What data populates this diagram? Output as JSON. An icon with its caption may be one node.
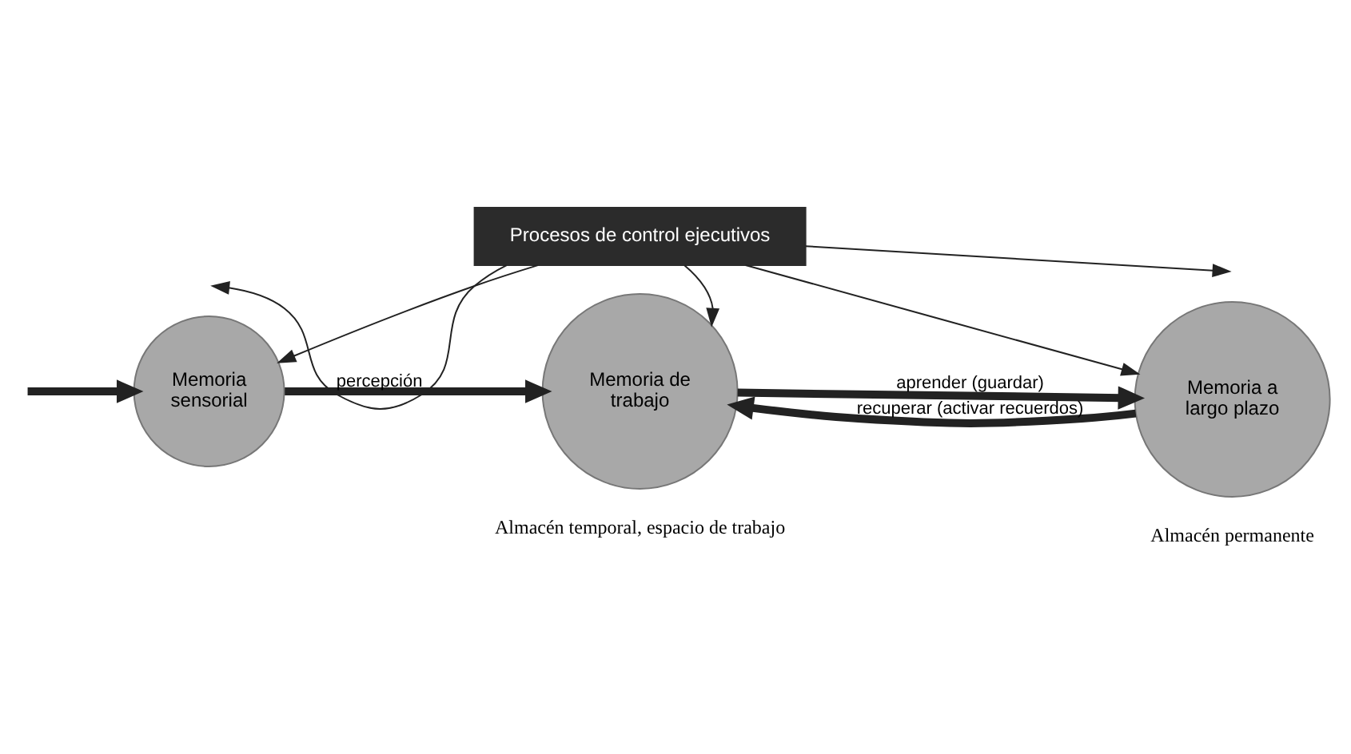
{
  "diagram": {
    "nodes": [
      {
        "text": [
          "Procesos de control ejecutivos"
        ]
      },
      {
        "text": [
          "Memoria sensorial"
        ]
      },
      {
        "text": [
          "Memoria de trabajo"
        ],
        "beside": [
          "Almacén temporal, espacio de trabajo"
        ]
      },
      {
        "text": [
          "Memoria a largo plazo"
        ],
        "beside": [
          "Almacén permanente"
        ]
      }
    ],
    "edges": [
      {
        "from": null,
        "to": 1,
        "arrow": "to",
        "style": "thick"
      },
      {
        "from": 1,
        "to": 2,
        "arrow": "to",
        "label": "percepción",
        "style": "thick"
      },
      {
        "from": 2,
        "to": 3,
        "arrow": "to",
        "label": "aprender (guardar)",
        "style": "thick"
      },
      {
        "from": 3,
        "to": 2,
        "arrow": "to",
        "label": "recuperar (activar recuerdos)",
        "style": "thick"
      },
      {
        "from": 0,
        "to": 1,
        "arrow": "to"
      },
      {
        "from": 0,
        "to": null,
        "arrow": "to"
      },
      {
        "from": 0,
        "to": 2,
        "arrow": "to"
      },
      {
        "from": 0,
        "to": null,
        "arrow": "to"
      },
      {
        "from": 0,
        "to": 3,
        "arrow": "to"
      }
    ]
  }
}
